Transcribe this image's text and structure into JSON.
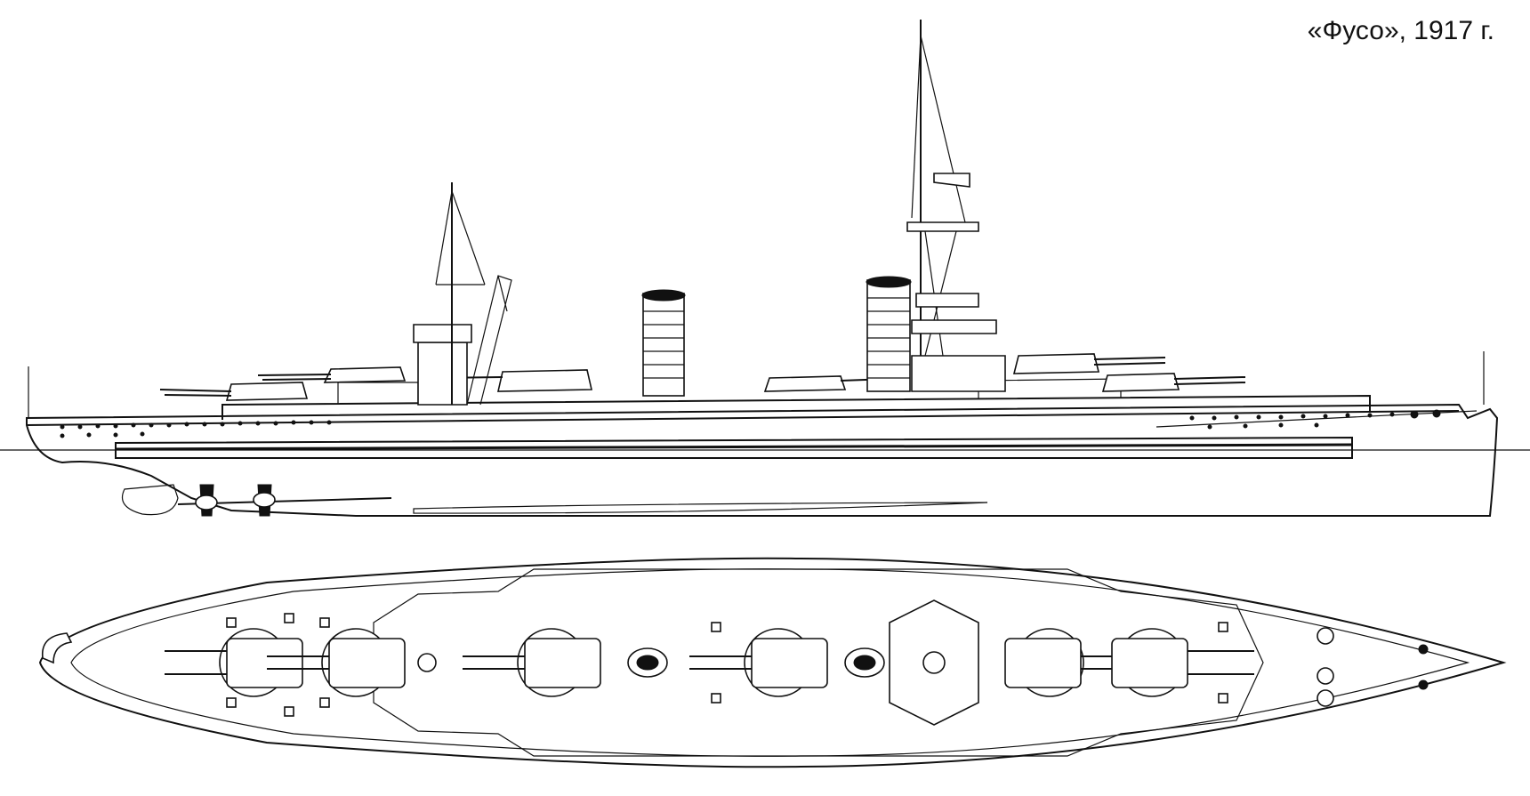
{
  "caption": "«Фусо», 1917 г.",
  "colors": {
    "ink": "#111111",
    "paper": "#ffffff"
  },
  "views": [
    "side-elevation",
    "plan-view"
  ]
}
